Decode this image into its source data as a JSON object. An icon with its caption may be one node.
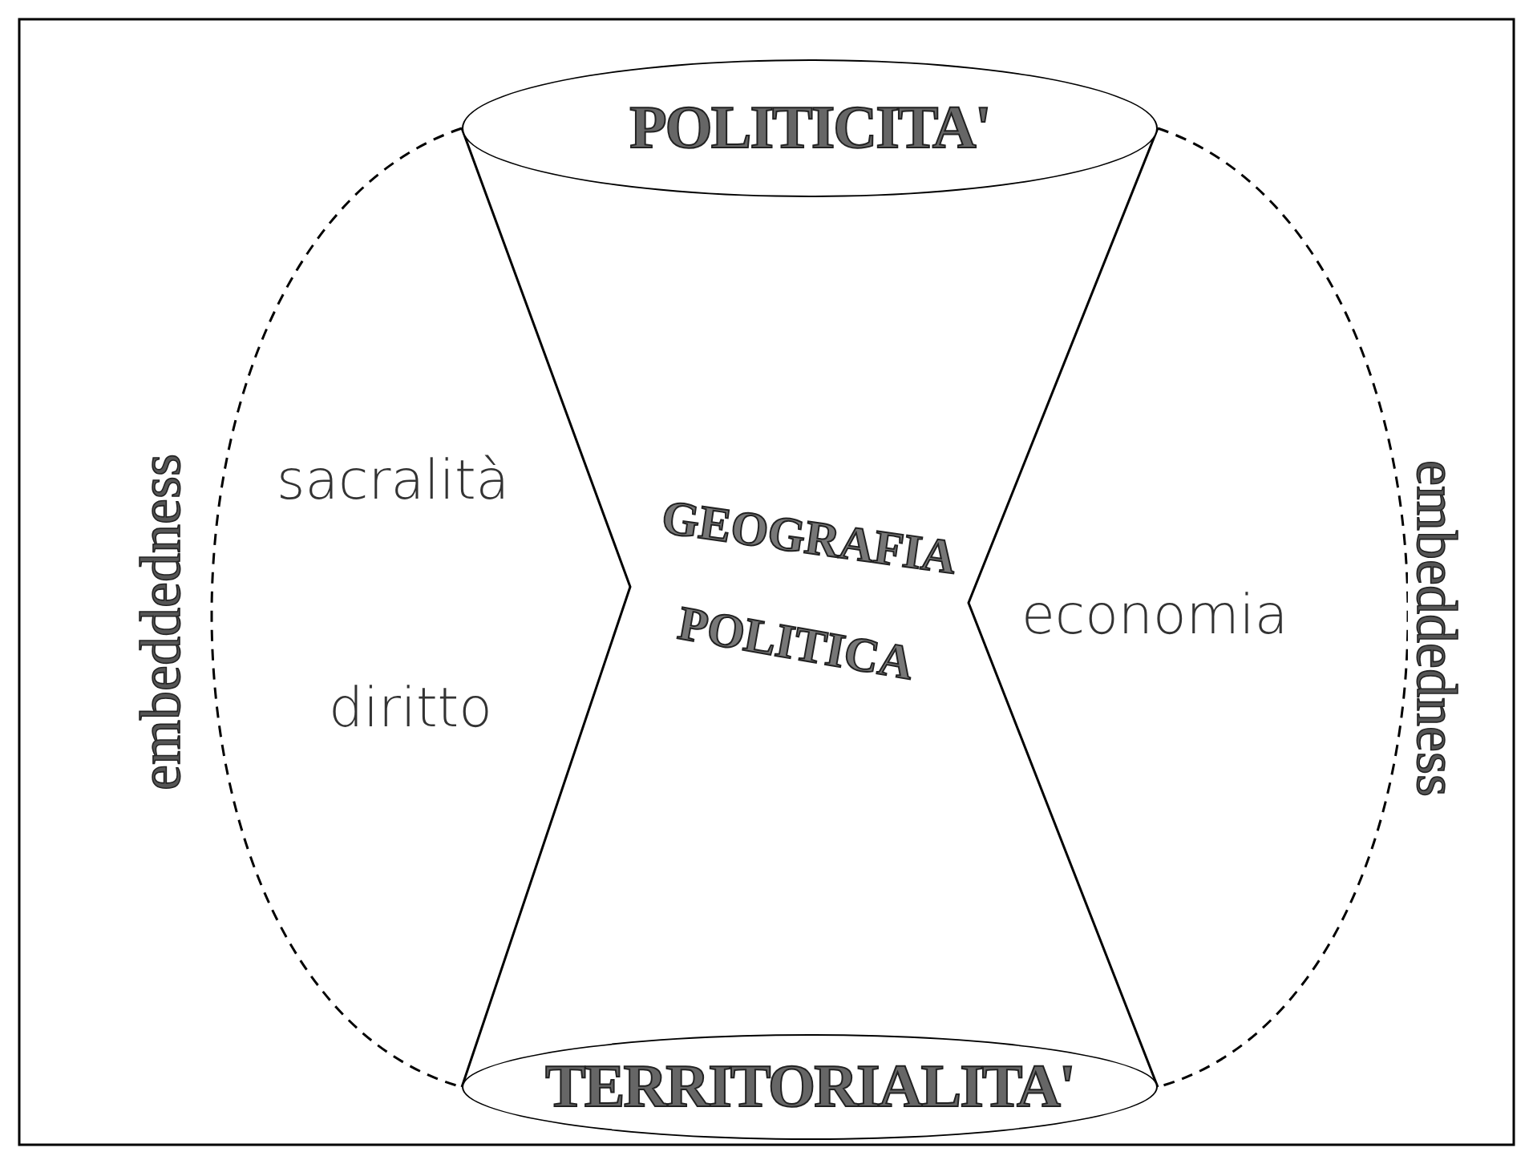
{
  "diagram": {
    "nodes": [
      {
        "text": [
          "POLITICITA'"
        ]
      },
      {
        "text": [
          "TERRITORIALITA'"
        ]
      }
    ],
    "edges": [
      {
        "from": 0,
        "to": 1,
        "arrow": "none"
      },
      {
        "from": 0,
        "to": 1,
        "arrow": "none"
      },
      {
        "from": 0,
        "to": 1,
        "arrow": "none",
        "style": "dashed",
        "label": "embeddedness"
      },
      {
        "from": 0,
        "to": 1,
        "arrow": "none",
        "style": "dashed",
        "label": "embeddedness"
      }
    ],
    "labels": [
      "sacralità",
      "GEOGRAFIA",
      "POLITICA",
      "economia",
      "diritto"
    ]
  }
}
